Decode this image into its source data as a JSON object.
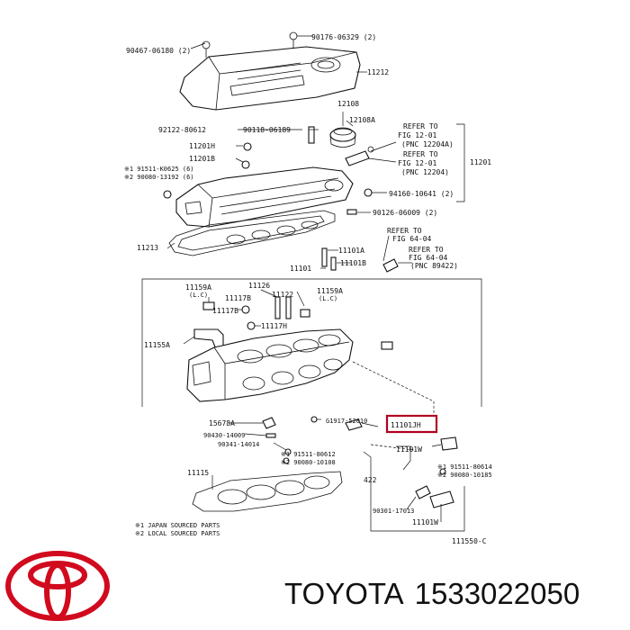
{
  "callouts": [
    "90467-06180 (2)",
    "90176-06329 (2)",
    "11212",
    "12108",
    "12108A",
    "92122-80612",
    "90118-06189",
    "11201H",
    "11201B",
    "※1 91511-K0625 (6)",
    "※2 90080-13192 (6)",
    "REFER TO",
    "FIG 12-01",
    "(PNC 12204A)",
    "REFER TO",
    "FIG 12-01",
    "(PNC 12204)",
    "11201",
    "94160-10641 (2)",
    "90126-06009 (2)",
    "11213",
    "11101A",
    "11101B",
    "11101",
    "REFER TO",
    "FIG 64-04",
    "REFER TO",
    "FIG 64-04",
    "(PNC 89422)",
    "11159A",
    "(L.C)",
    "11126",
    "11117B",
    "11122",
    "11159A",
    "(L.C)",
    "11117B",
    "11117H",
    "11155A",
    "15678A",
    "G1917-52010",
    "90430-14009",
    "90341-14014",
    "※1 91511-80612",
    "※2 90080-10108",
    "11101W",
    "※1 91511-80614",
    "※2 90080-10185",
    "11115",
    "422",
    "90301-17013",
    "11101W",
    "111550-C",
    "※1 JAPAN SOURCED PARTS",
    "※2 LOCAL SOURCED PARTS"
  ],
  "highlighted_callout": "11101JH",
  "brand": "TOYOTA",
  "part_number": "1533022050",
  "colors": {
    "highlight": "#b00020",
    "logo": "#d10a1e",
    "ink": "#111111"
  }
}
